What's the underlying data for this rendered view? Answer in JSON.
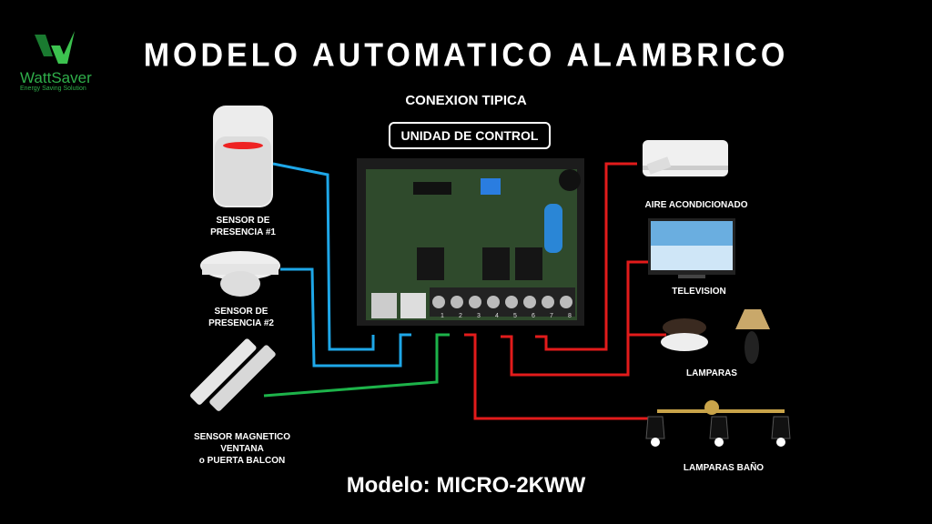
{
  "logo": {
    "name": "WattSaver",
    "tagline": "Energy Saving Solution"
  },
  "title": "MODELO AUTOMATICO ALAMBRICO",
  "subtitle": "CONEXION TIPICA",
  "control_unit_label": "UNIDAD DE CONTROL",
  "inputs": [
    {
      "line1": "SENSOR DE",
      "line2": "PRESENCIA #1"
    },
    {
      "line1": "SENSOR DE",
      "line2": "PRESENCIA #2"
    },
    {
      "line1": "SENSOR MAGNETICO",
      "line2": "VENTANA",
      "line3": "o PUERTA BALCON"
    }
  ],
  "outputs": [
    "AIRE ACONDICIONADO",
    "TELEVISION",
    "LAMPARAS",
    "LAMPARAS BAÑO"
  ],
  "terminals": [
    "1",
    "2",
    "3",
    "4",
    "5",
    "6",
    "7",
    "8"
  ],
  "model": "Modelo: MICRO-2KWW",
  "colors": {
    "sensor_wire": "#1ea7e8",
    "magnet_wire": "#1db34a",
    "load_wire": "#e21b1b",
    "board": "#2f4a2c"
  }
}
